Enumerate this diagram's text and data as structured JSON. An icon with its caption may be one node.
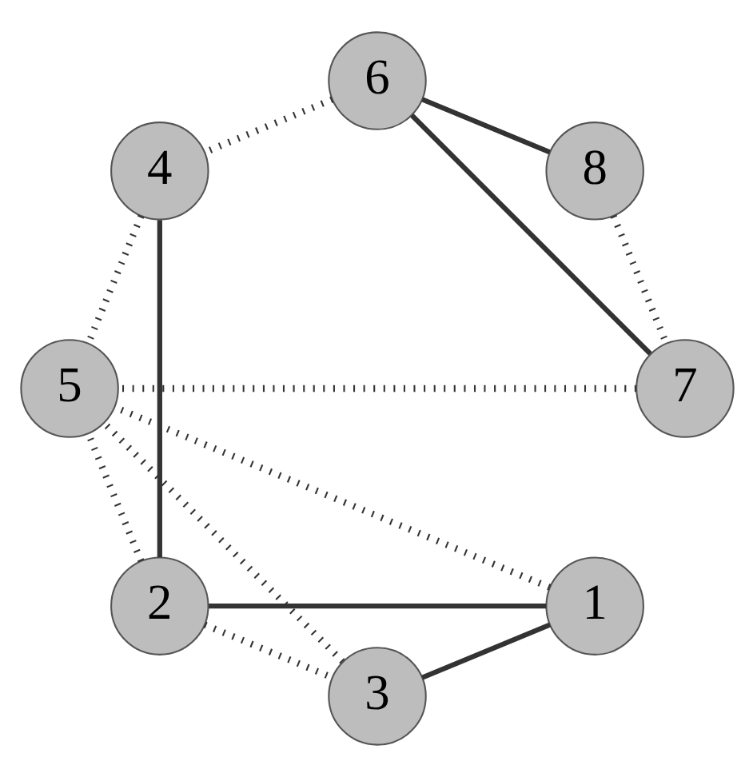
{
  "diagram": {
    "nodes": [
      {
        "text": [
          "1"
        ]
      },
      {
        "text": [
          "2"
        ]
      },
      {
        "text": [
          "3"
        ]
      },
      {
        "text": [
          "4"
        ]
      },
      {
        "text": [
          "5"
        ]
      },
      {
        "text": [
          "6"
        ]
      },
      {
        "text": [
          "7"
        ]
      },
      {
        "text": [
          "8"
        ]
      }
    ],
    "edges": [
      {
        "from": 0,
        "to": 1,
        "arrow": "none"
      },
      {
        "from": 0,
        "to": 2,
        "arrow": "none"
      },
      {
        "from": 0,
        "to": 4,
        "arrow": "none",
        "style": "dashed"
      },
      {
        "from": 1,
        "to": 2,
        "arrow": "none",
        "style": "dashed"
      },
      {
        "from": 1,
        "to": 3,
        "arrow": "none"
      },
      {
        "from": 1,
        "to": 4,
        "arrow": "none",
        "style": "dashed"
      },
      {
        "from": 2,
        "to": 4,
        "arrow": "none",
        "style": "dashed"
      },
      {
        "from": 3,
        "to": 4,
        "arrow": "none",
        "style": "dashed"
      },
      {
        "from": 5,
        "to": 3,
        "arrow": "none",
        "style": "dashed"
      },
      {
        "from": 6,
        "to": 4,
        "arrow": "none",
        "style": "dashed"
      },
      {
        "from": 6,
        "to": 5,
        "arrow": "none"
      },
      {
        "from": 7,
        "to": 5,
        "arrow": "none"
      },
      {
        "from": 7,
        "to": 6,
        "arrow": "none",
        "style": "dashed"
      }
    ]
  }
}
